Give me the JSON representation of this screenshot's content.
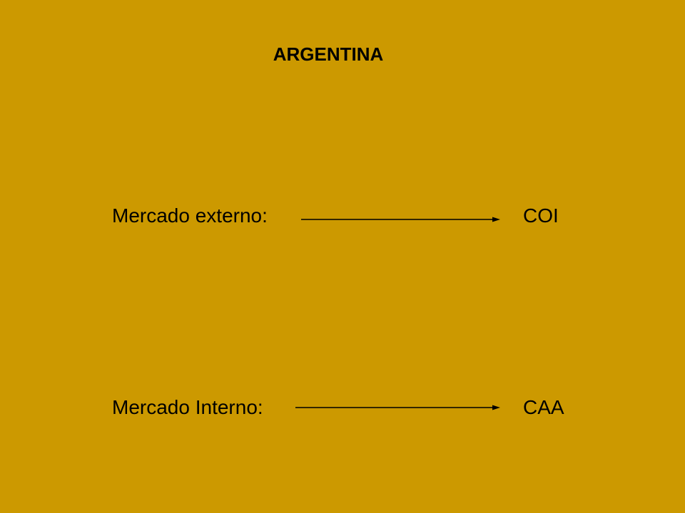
{
  "title": "ARGENTINA",
  "rows": [
    {
      "label": "Mercado externo:",
      "target": "COI"
    },
    {
      "label": "Mercado Interno:",
      "target": "CAA"
    }
  ],
  "colors": {
    "background": "#CC9900",
    "text": "#000000",
    "arrow": "#000000"
  }
}
